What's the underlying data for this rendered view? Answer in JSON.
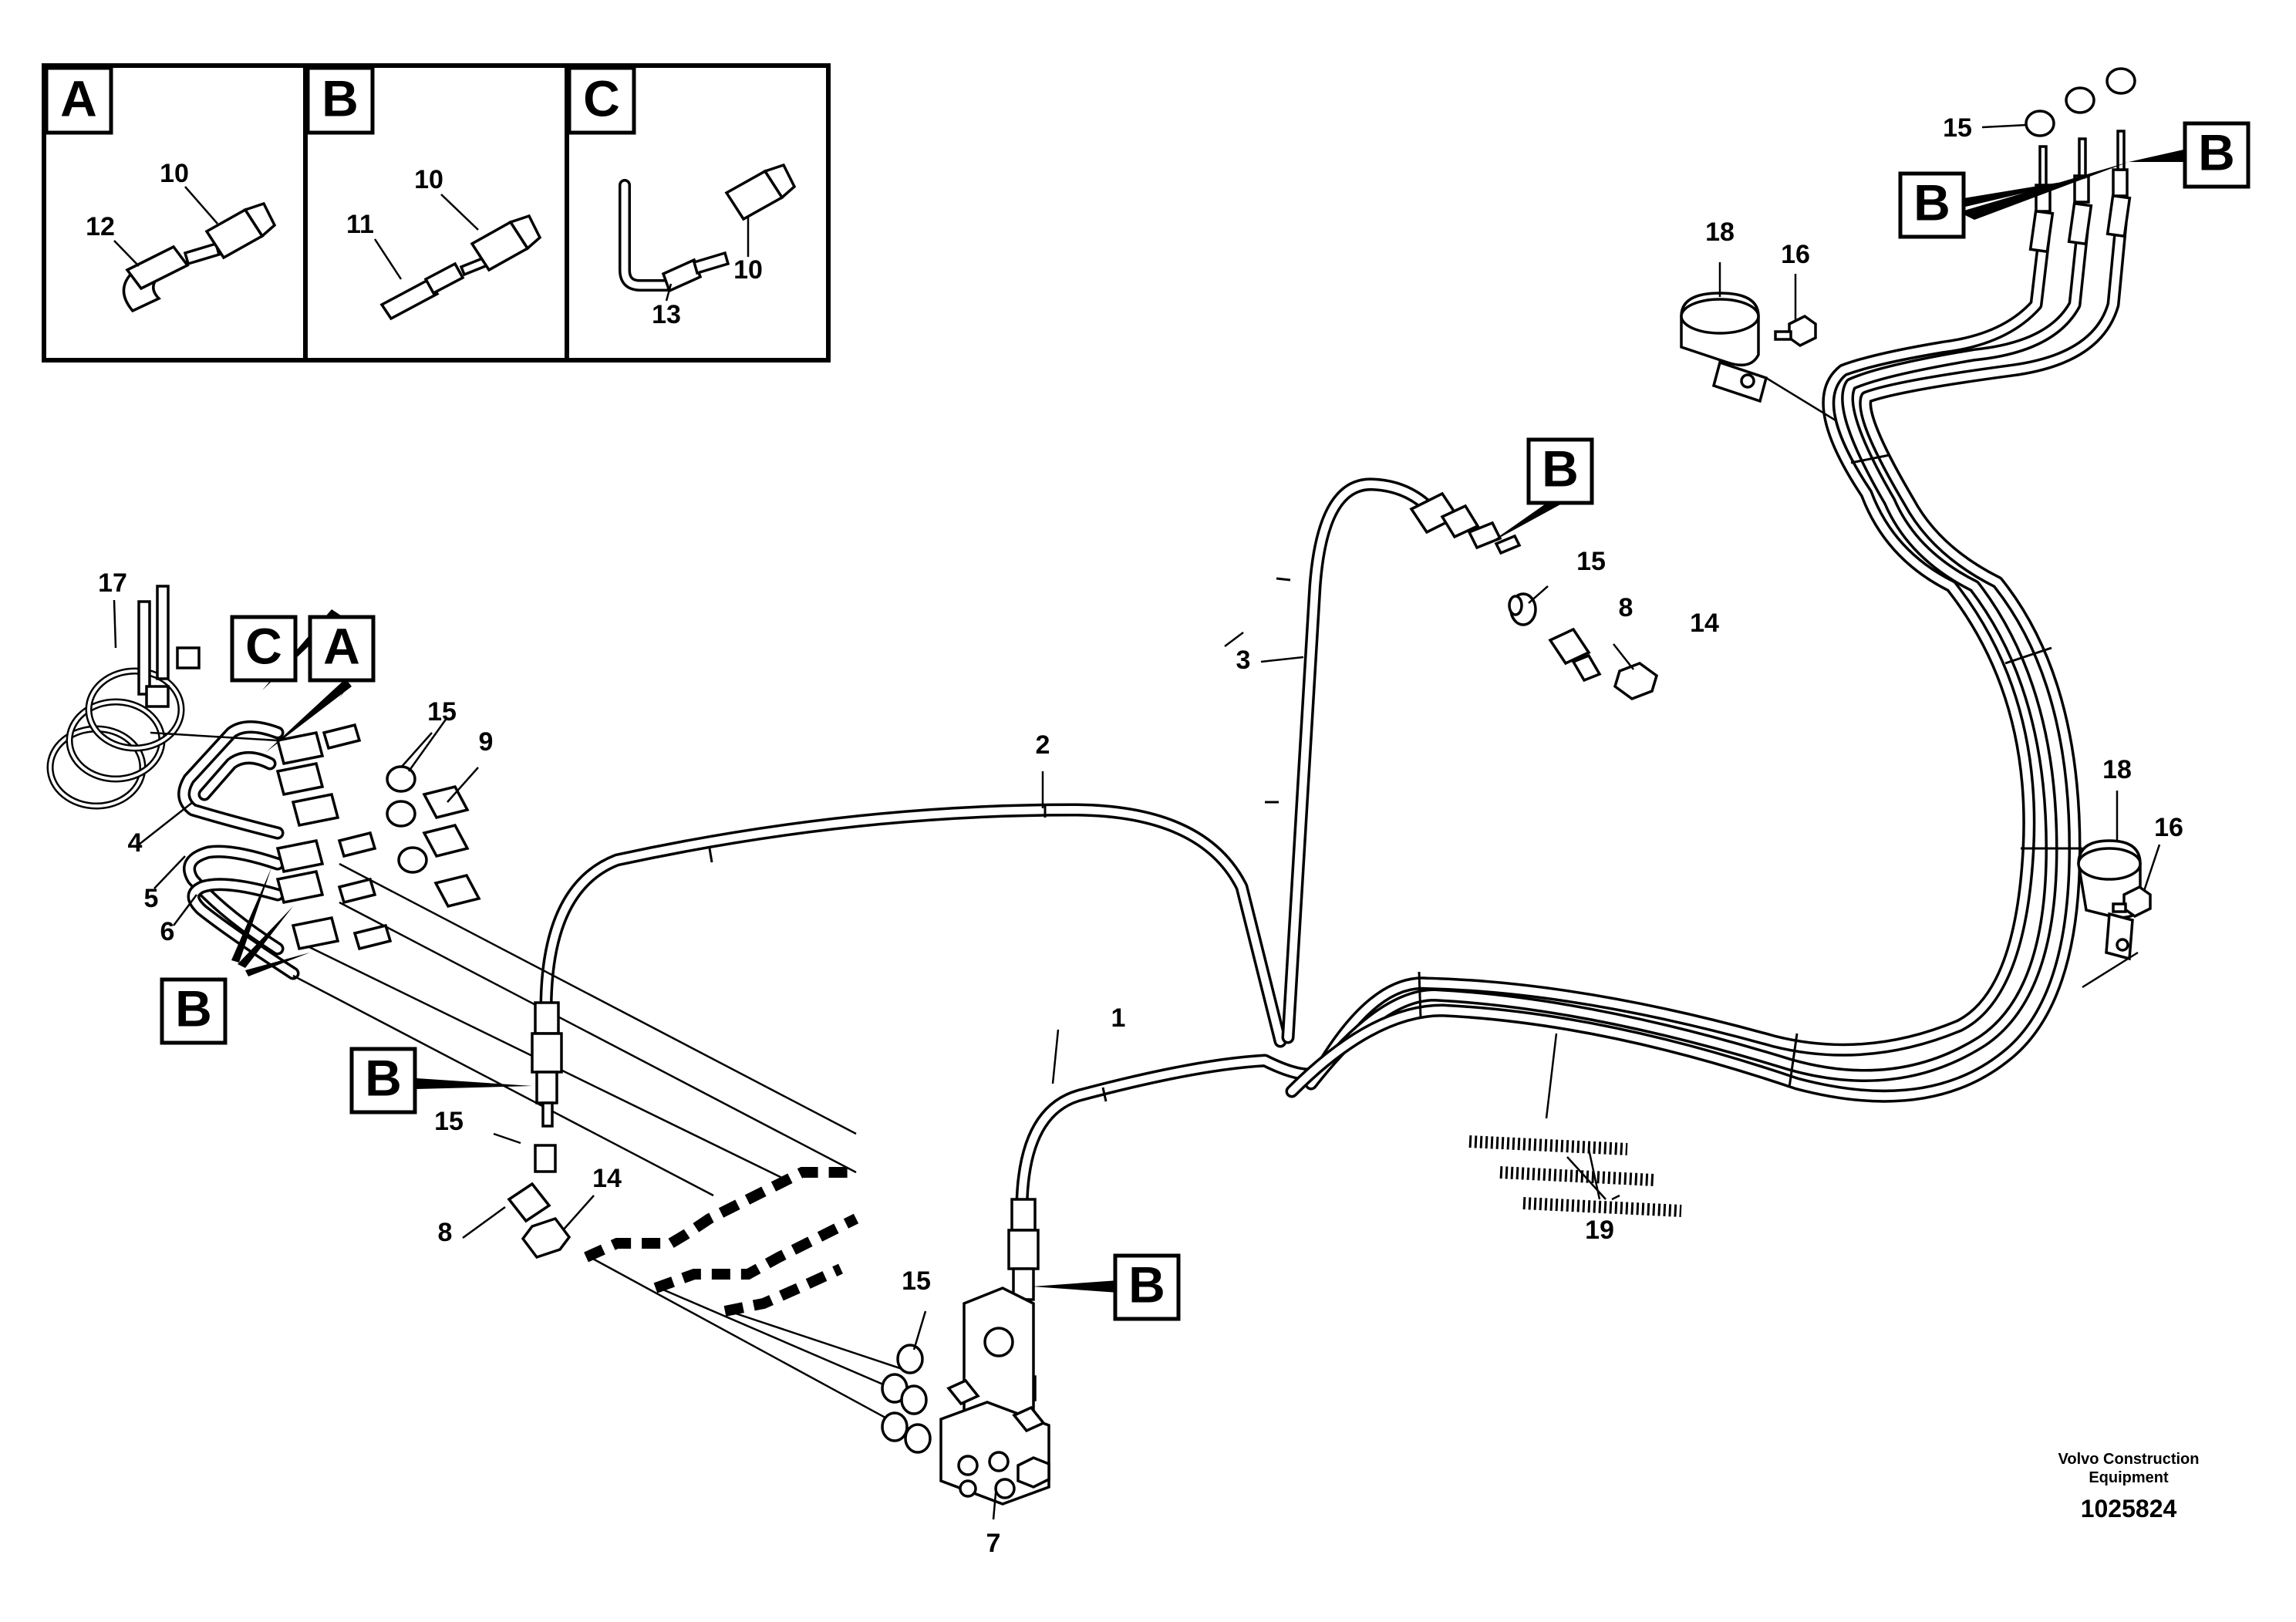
{
  "detail_panels": [
    {
      "letter": "A",
      "callouts": [
        "10",
        "12"
      ]
    },
    {
      "letter": "B",
      "callouts": [
        "10",
        "11"
      ]
    },
    {
      "letter": "C",
      "callouts": [
        "10",
        "13"
      ]
    }
  ],
  "section_tags": {
    "top_right_1": "B",
    "top_right_2": "B",
    "center_top": "B",
    "left_c": "C",
    "left_a": "A",
    "left_bottom": "B",
    "valve_left": "B",
    "valve_right": "B"
  },
  "callouts": {
    "c1": "1",
    "c2": "2",
    "c3": "3",
    "c4": "4",
    "c5": "5",
    "c6": "6",
    "c7": "7",
    "c8_center": "8",
    "c8_left": "8",
    "c9": "9",
    "c14_center": "14",
    "c14_left": "14",
    "c15_top": "15",
    "c15_center": "15",
    "c15_left": "15",
    "c15_lower": "15",
    "c15_valve": "15",
    "c16_top": "16",
    "c16_right": "16",
    "c17": "17",
    "c18_top": "18",
    "c18_right": "18",
    "c19": "19"
  },
  "footer": {
    "company_line1": "Volvo Construction",
    "company_line2": "Equipment",
    "drawing_number": "1025824"
  }
}
